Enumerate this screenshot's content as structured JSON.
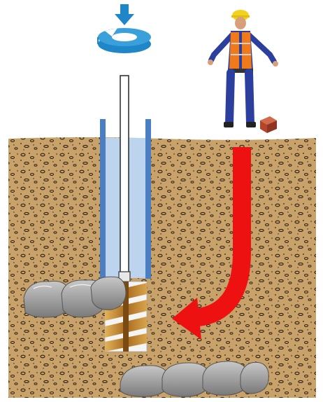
{
  "diagram": {
    "background_color": "#ffffff",
    "soil_color": "#c9a26a",
    "soil_speckle_color": "#2b2118",
    "casing_color": "#4a7fc4",
    "borehole_fill_color": "#bcd4ee",
    "rotation_symbol_color": "#1f86c8",
    "auger_color": "#b07a2a",
    "rock_color": "#9a9a9a",
    "arrow_color": "#ee1111",
    "worker_shirt_color": "#2c3e9e",
    "worker_vest_color": "#f07a1a",
    "worker_helmet_color": "#f2d21a",
    "brick_color": "#b5452a",
    "icons": {
      "rotation": "downward-rotation-icon",
      "worker": "construction-worker",
      "brick": "brick",
      "flow_arrow": "curved-red-arrow"
    }
  }
}
